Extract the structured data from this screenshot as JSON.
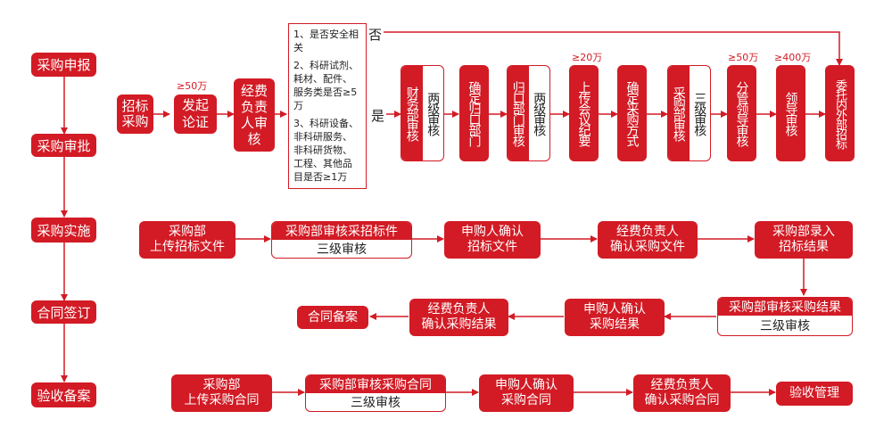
{
  "stages": [
    "采购申报",
    "采购审批",
    "采购实施",
    "合同签订",
    "验收备案"
  ],
  "approval": {
    "start": "招标采购",
    "step1": "发起论证",
    "step1_threshold": "≥50万",
    "step2": "经费负责人审核",
    "conditions": [
      "1、是否安全相关",
      "2、科研试剂、耗材、配件、服务类是否≥5万",
      "3、科研设备、非科研服务、非科研货物、工程、其他品目是否≥1万"
    ],
    "yes_label": "是",
    "no_label": "否",
    "chain": [
      {
        "main": "财务部审核",
        "sub": "两级审核",
        "threshold": ""
      },
      {
        "main": "确定归口部门",
        "sub": "",
        "threshold": ""
      },
      {
        "main": "归口部门审核",
        "sub": "两级审核",
        "threshold": ""
      },
      {
        "main": "上传会议纪要",
        "sub": "",
        "threshold": "≥20万"
      },
      {
        "main": "确定采购方式",
        "sub": "",
        "threshold": ""
      },
      {
        "main": "采购部审核",
        "sub": "三级审核",
        "threshold": ""
      },
      {
        "main": "分管领导审核",
        "sub": "",
        "threshold": "≥50万"
      },
      {
        "main": "领导审核",
        "sub": "",
        "threshold": "≥400万"
      },
      {
        "main": "委托内外部招标",
        "sub": "",
        "threshold": ""
      }
    ]
  },
  "implementation": {
    "row1": [
      {
        "main": "采购部\n上传招标文件",
        "sub": ""
      },
      {
        "main": "采购部审核采招标件",
        "sub": "三级审核"
      },
      {
        "main": "申购人确认\n招标文件",
        "sub": ""
      },
      {
        "main": "经费负责人\n确认采购文件",
        "sub": ""
      },
      {
        "main": "采购部录入\n招标结果",
        "sub": ""
      }
    ],
    "row2": [
      {
        "main": "采购部审核采购结果",
        "sub": "三级审核"
      },
      {
        "main": "申购人确认\n采购结果",
        "sub": ""
      },
      {
        "main": "经费负责人\n确认采购结果",
        "sub": ""
      },
      {
        "main": "合同备案",
        "sub": ""
      }
    ]
  },
  "contract": [
    {
      "main": "采购部\n上传采购合同",
      "sub": ""
    },
    {
      "main": "采购部审核采购合同",
      "sub": "三级审核"
    },
    {
      "main": "申购人确认\n采购合同",
      "sub": ""
    },
    {
      "main": "经费负责人\n确认采购合同",
      "sub": ""
    },
    {
      "main": "验收管理",
      "sub": ""
    }
  ],
  "colors": {
    "accent": "#d21b25",
    "text": "#222222"
  }
}
